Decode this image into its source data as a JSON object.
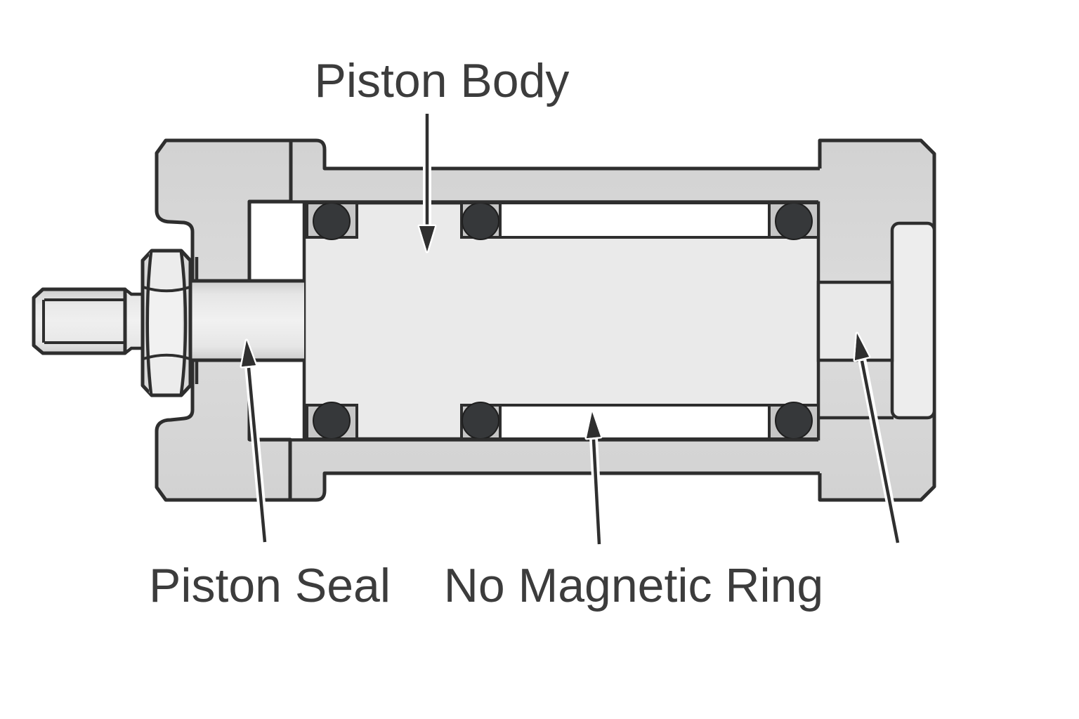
{
  "diagram": {
    "title": "Pneumatic cylinder cross-section diagram",
    "labels": {
      "piston_body": {
        "text": "Piston Body"
      },
      "piston_seal": {
        "text": "Piston Seal"
      },
      "no_magnetic_ring": {
        "text": "No Magnetic Ring"
      }
    },
    "colors": {
      "background": "#ffffff",
      "metal": "#d7d7d7",
      "piston": "#eaeaea",
      "recess": "#ededed",
      "groove": "#c6c6c6",
      "seal_ring": "#36383a",
      "outline": "#2e2e2e",
      "text": "#3c3c3c"
    }
  }
}
